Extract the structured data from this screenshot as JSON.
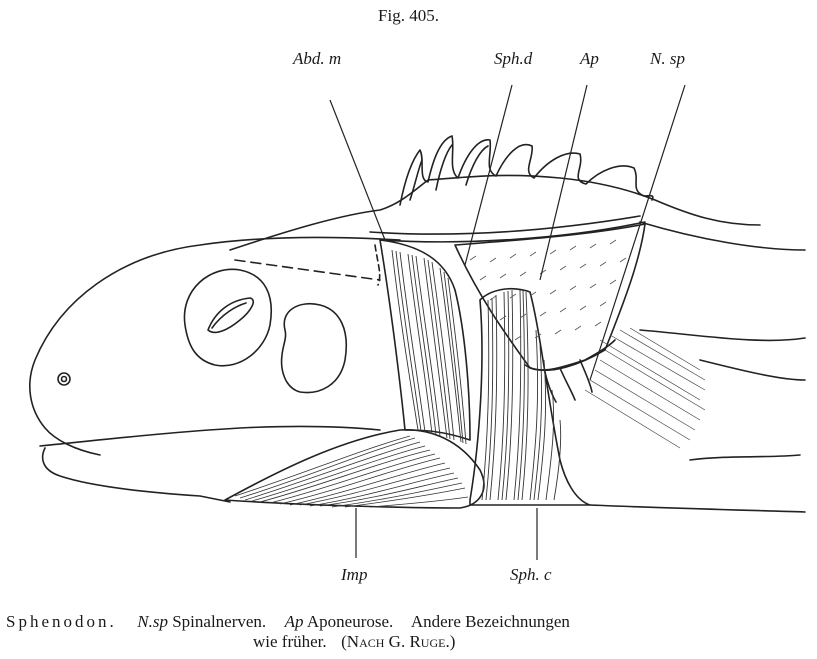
{
  "figure": {
    "title": "Fig. 405.",
    "labels": {
      "abd_m": "Abd. m",
      "sph_d": "Sph.d",
      "ap": "Ap",
      "n_sp": "N. sp",
      "imp": "Imp",
      "sph_c": "Sph. c"
    }
  },
  "caption": {
    "species": "Sphenodon.",
    "nsp_abbr": "N.sp",
    "nsp_text": "Spinalnerven.",
    "ap_abbr": "Ap",
    "ap_text": "Aponeurose.",
    "andere": "Andere Bezeichnungen",
    "wie_frueher": "wie früher.",
    "nach": "(Nach G. Ruge.)"
  }
}
